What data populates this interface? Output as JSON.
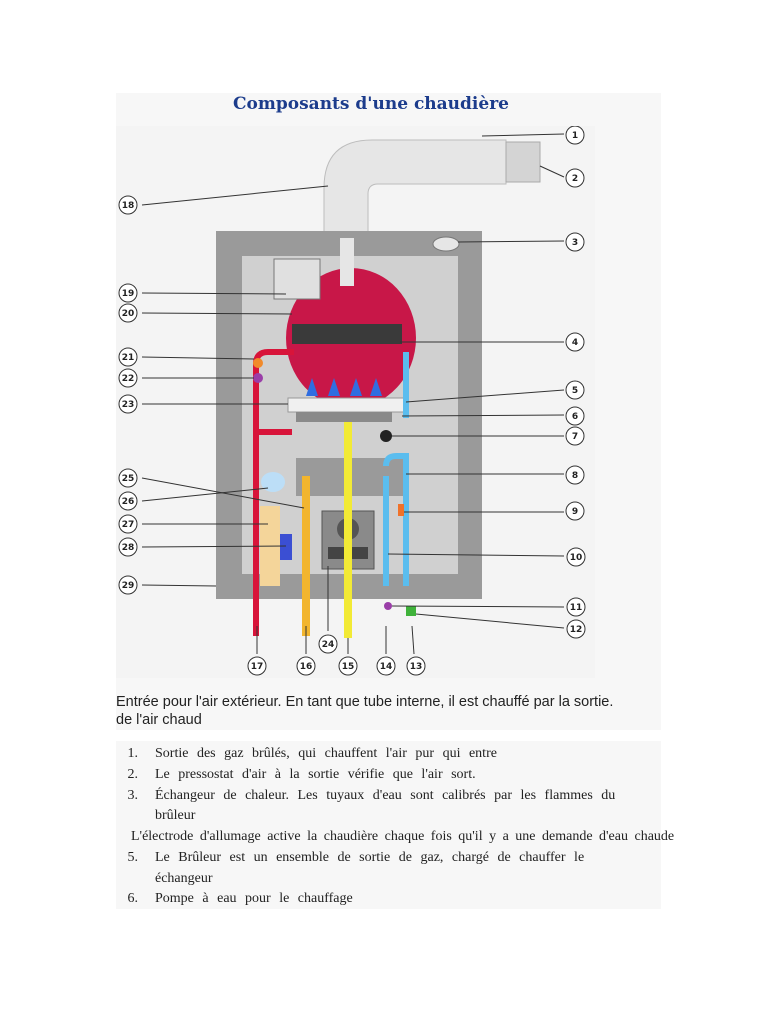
{
  "title": "Composants d'une chaudière",
  "diagram": {
    "labels": [
      "1",
      "2",
      "3",
      "4",
      "5",
      "6",
      "7",
      "8",
      "9",
      "10",
      "11",
      "12",
      "13",
      "14",
      "15",
      "16",
      "17",
      "18",
      "19",
      "20",
      "21",
      "22",
      "23",
      "24",
      "25",
      "26",
      "27",
      "28",
      "29"
    ],
    "colors": {
      "hot_water": "#d8143a",
      "cold_water": "#5bbdee",
      "gas": "#f2ea35",
      "casing": "#9a9a9a",
      "flame": "#2f6de0"
    }
  },
  "caption": {
    "line1": "Entrée pour l'air extérieur. En tant que tube interne, il est chauffé par la sortie.",
    "line2": "de l'air chaud"
  },
  "list": {
    "n1": "1.",
    "i1": "Sortie des gaz brûlés, qui chauffent l'air pur qui entre",
    "n2": "2.",
    "i2": "Le pressostat d'air à la sortie vérifie que l'air sort.",
    "n3": "3.",
    "i3": "Échangeur de chaleur. Les tuyaux d'eau sont calibrés par les flammes du",
    "i3b": "brûleur",
    "i4": "L'électrode d'allumage active la chaudière chaque fois qu'il y a une demande d'eau chaude",
    "n5": "5.",
    "i5": "Le Brûleur est un ensemble de sortie de gaz, chargé de chauffer le",
    "i5b": "échangeur",
    "n6": "6.",
    "i6": "Pompe à eau pour le chauffage"
  }
}
